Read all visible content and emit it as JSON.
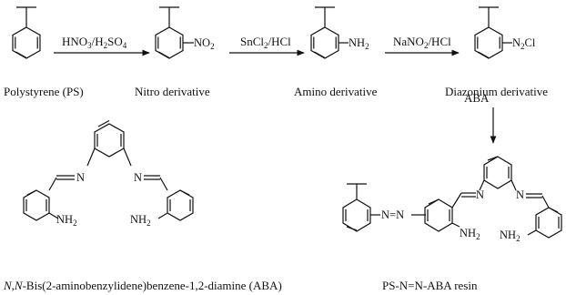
{
  "steps": {
    "step1": "HNO3/H2SO4",
    "step2": "SnCl2/HCl",
    "step3": "NaNO2/HCl",
    "step4": "ABA"
  },
  "compounds": {
    "ps": "Polystyrene (PS)",
    "nitro": "Nitro derivative",
    "amino": "Amino derivative",
    "diazonium": "Diazonium derivative",
    "aba_prefix": "N,N",
    "aba_rest": "-Bis(2-aminobenzylidene)benzene-1,2-diamine (ABA)",
    "resin": "PS-N=N-ABA resin"
  },
  "substituents": {
    "no2": "NO2",
    "nh2": "NH2",
    "n2cl": "N2Cl",
    "n": "N",
    "azo": "N=N"
  },
  "colors": {
    "ink": "#111111",
    "background": "#ffffff"
  }
}
